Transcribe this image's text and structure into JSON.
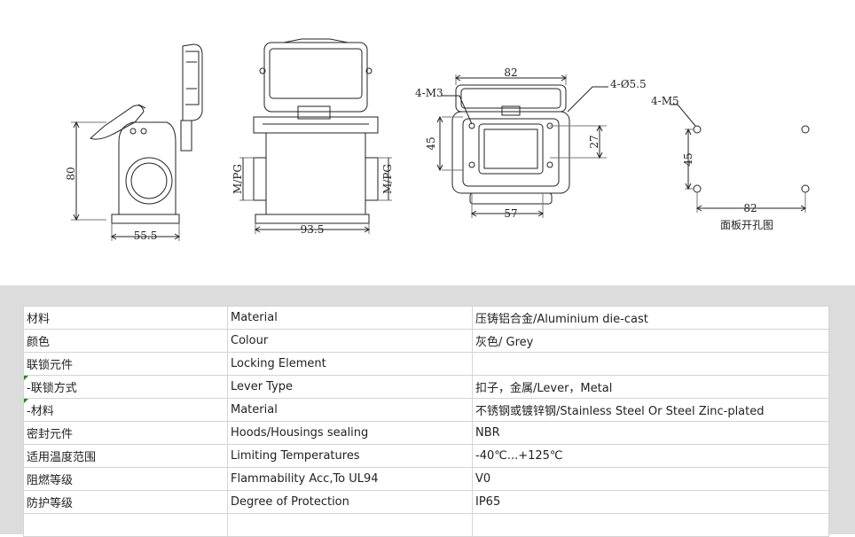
{
  "drawing": {
    "dims": {
      "height_80": "80",
      "width_55_5": "55.5",
      "width_93_5": "93.5",
      "thread_left": "M/PG",
      "thread_right": "M/PG",
      "width_82": "82",
      "holes_m3": "4-M3",
      "holes_d5_5": "4-Ø5.5",
      "height_45": "45",
      "height_27": "27",
      "width_57": "57",
      "holes_m5": "4-M5",
      "panel_45": "45",
      "panel_82": "82"
    },
    "panel_caption": "面板开孔图"
  },
  "spec_table": {
    "rows": [
      {
        "cn": "材料",
        "en": "Material",
        "value": "压铸铝合金/Aluminium die-cast",
        "flag": false
      },
      {
        "cn": "颜色",
        "en": "Colour",
        "value": "灰色/ Grey",
        "flag": false
      },
      {
        "cn": "联锁元件",
        "en": "Locking Element",
        "value": "",
        "flag": false
      },
      {
        "cn": " -联锁方式",
        "en": "Lever Type",
        "value": "扣子，金属/Lever，Metal",
        "flag": true
      },
      {
        "cn": " -材料",
        "en": "Material",
        "value": "不锈钢或镀锌钢/Stainless Steel Or Steel Zinc-plated",
        "flag": true
      },
      {
        "cn": "密封元件",
        "en": "Hoods/Housings sealing",
        "value": "NBR",
        "flag": false
      },
      {
        "cn": "适用温度范围",
        "en": "Limiting Temperatures",
        "value": "-40℃...+125℃",
        "flag": false
      },
      {
        "cn": "阻燃等级",
        "en": "Flammability Acc,To UL94",
        "value": "V0",
        "flag": false
      },
      {
        "cn": "防护等级",
        "en": "Degree of Protection",
        "value": "IP65",
        "flag": false
      }
    ]
  },
  "colors": {
    "band": "#dcdcdc",
    "flag": "#1d8a1d",
    "line": "#222222"
  }
}
